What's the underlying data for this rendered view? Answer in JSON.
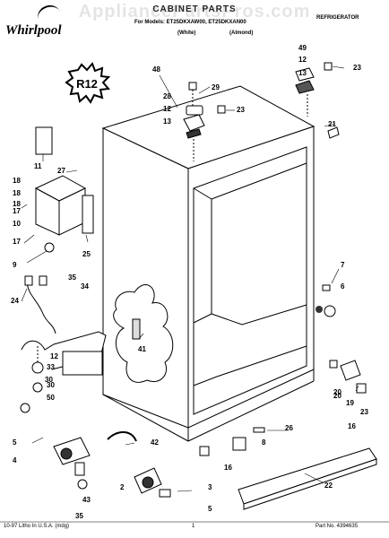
{
  "header": {
    "brand": "Whirlpool",
    "watermark": "AppliancePartsPros.com",
    "section_title": "CABINET PARTS",
    "models_line": "For Models: ET25DKXAW00, ET25DKXAN00",
    "color_white": "(White)",
    "color_almond": "(Almond)",
    "product_type": "REFRIGERATOR",
    "refrigerant_badge": "R12"
  },
  "callouts": [
    "48",
    "29",
    "28",
    "12",
    "13",
    "23",
    "49",
    "12",
    "13",
    "23",
    "21",
    "11",
    "27",
    "18",
    "17",
    "10",
    "9",
    "24",
    "25",
    "35",
    "34",
    "7",
    "6",
    "41",
    "33",
    "30",
    "50",
    "20",
    "19",
    "23",
    "5",
    "4",
    "43",
    "35",
    "42",
    "16",
    "16",
    "26",
    "8",
    "2",
    "3",
    "5",
    "22",
    "12",
    "18",
    "30",
    "17",
    "18",
    "20"
  ],
  "footer": {
    "litho": "10-97 Litho In U.S.A. (mdg)",
    "page": "1",
    "part_no": "Part No. 4394635"
  }
}
